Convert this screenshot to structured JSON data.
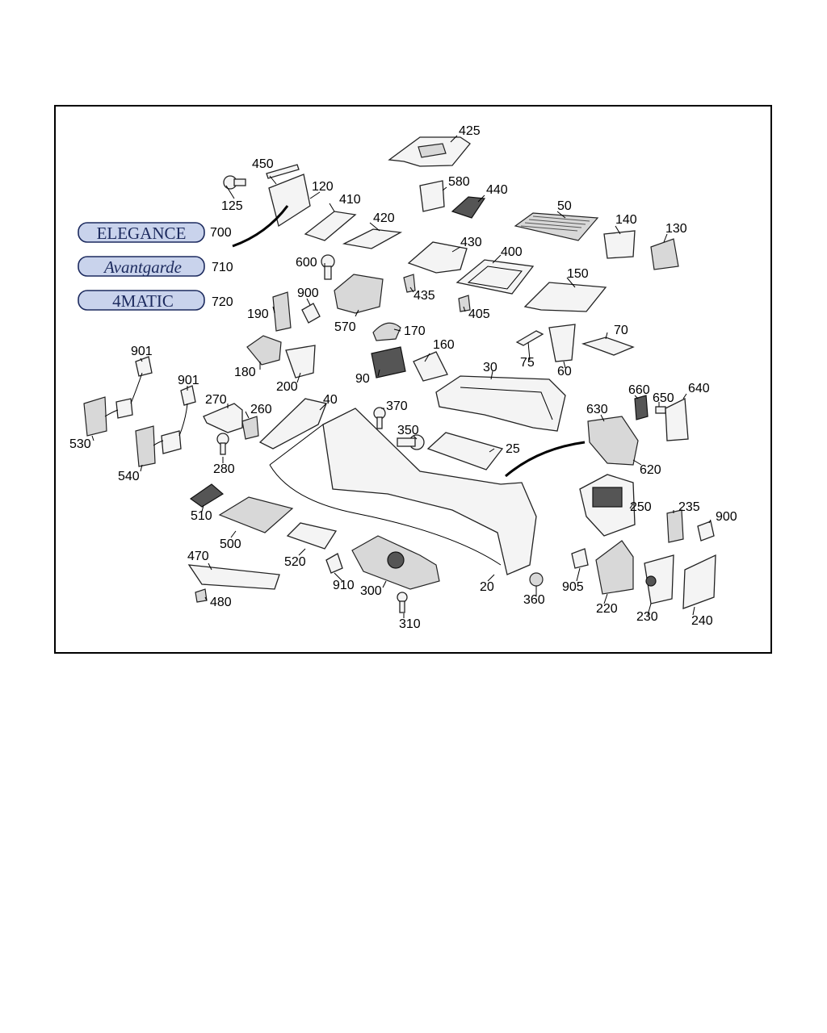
{
  "badges": [
    {
      "text": "ELEGANCE",
      "part": "700"
    },
    {
      "text": "Avantgarde",
      "part": "710"
    },
    {
      "text": "4MATIC",
      "part": "720"
    }
  ],
  "labels": {
    "p425": "425",
    "p450": "450",
    "p120": "120",
    "p125": "125",
    "p410": "410",
    "p420": "420",
    "p580": "580",
    "p440": "440",
    "p50": "50",
    "p140": "140",
    "p130": "130",
    "p700": "700",
    "p710": "710",
    "p720": "720",
    "p600": "600",
    "p430": "430",
    "p400": "400",
    "p435": "435",
    "p150": "150",
    "p900a": "900",
    "p190": "190",
    "p570": "570",
    "p405": "405",
    "p170": "170",
    "p70": "70",
    "p901a": "901",
    "p180": "180",
    "p200": "200",
    "p160": "160",
    "p75": "75",
    "p90": "90",
    "p30": "30",
    "p60": "60",
    "p901b": "901",
    "p270": "270",
    "p40": "40",
    "p660": "660",
    "p640": "640",
    "p650": "650",
    "p260": "260",
    "p370": "370",
    "p630": "630",
    "p530": "530",
    "p350": "350",
    "p25": "25",
    "p280": "280",
    "p620": "620",
    "p540": "540",
    "p510": "510",
    "p250": "250",
    "p235": "235",
    "p900b": "900",
    "p500": "500",
    "p470": "470",
    "p520": "520",
    "p910": "910",
    "p300": "300",
    "p20": "20",
    "p905": "905",
    "p480": "480",
    "p360": "360",
    "p220": "220",
    "p310": "310",
    "p230": "230",
    "p240": "240"
  },
  "colors": {
    "badge_fill": "#c9d3ec",
    "badge_text": "#1c2a5e",
    "line": "#000000"
  }
}
